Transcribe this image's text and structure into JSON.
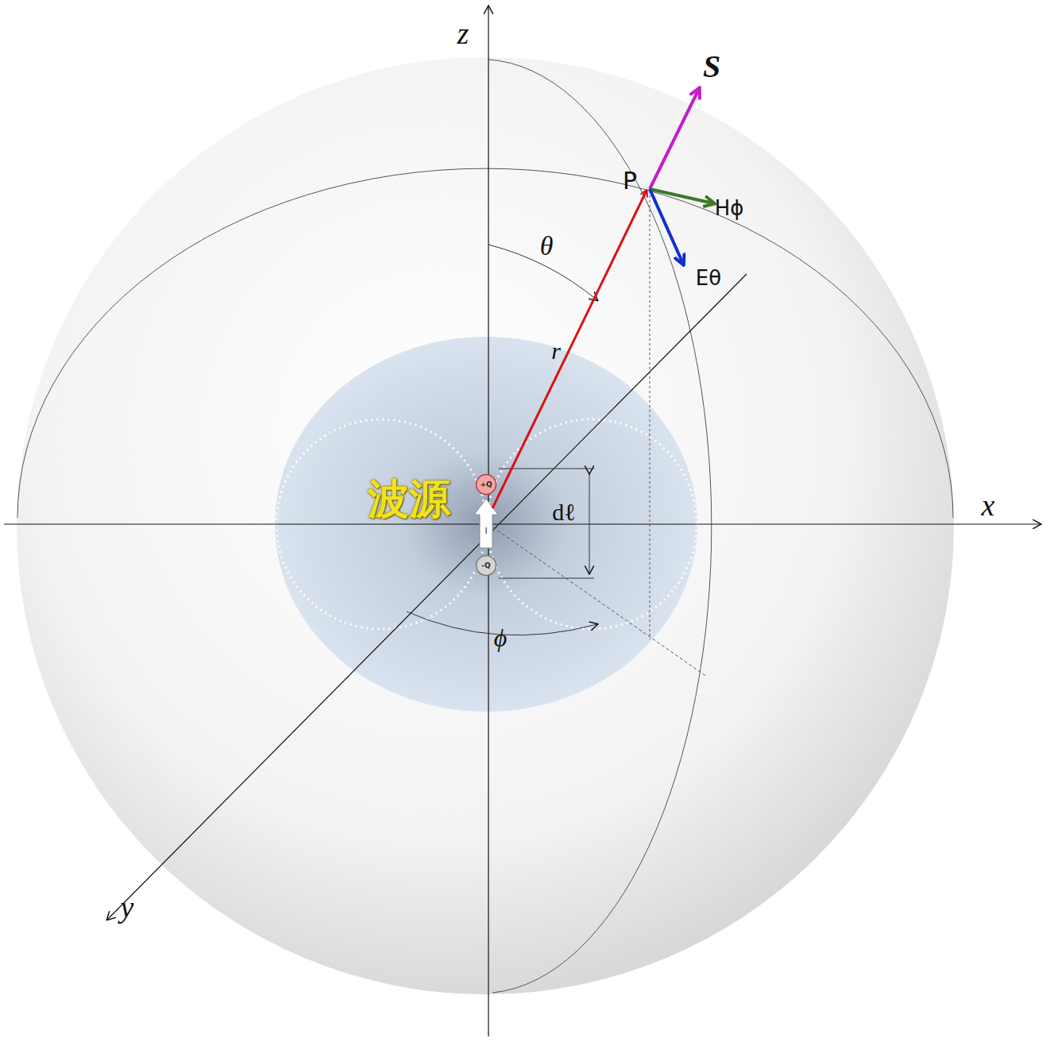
{
  "diagram": {
    "nodes": [
      {
        "text": [
          "+Q"
        ]
      },
      {
        "text": [
          "-Q"
        ]
      }
    ],
    "labels": [
      "z",
      "x",
      "y",
      "θ",
      "r",
      "P",
      "S",
      "Hϕ",
      "Eθ",
      "波源",
      "dℓ",
      "ϕ",
      "I"
    ]
  }
}
